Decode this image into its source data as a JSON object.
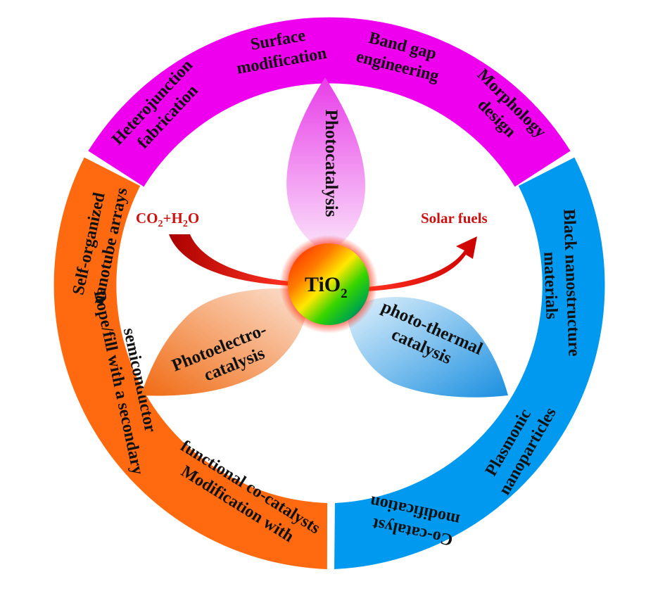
{
  "center": {
    "label_main": "TiO",
    "label_sub": "2"
  },
  "input": {
    "part1": "CO",
    "sub1": "2",
    "part2": "+H",
    "sub2": "2",
    "part3": "O"
  },
  "output": {
    "label": "Solar fuels"
  },
  "petals": {
    "top": "Photocatalysis",
    "left_line1": "Photoelectro-",
    "left_line2": "catalysis",
    "right_line1": "photo-thermal",
    "right_line2": "catalysis"
  },
  "ring_top": {
    "color": "#ee00ee",
    "items": [
      {
        "l1": "Heterojunction",
        "l2": "fabrication"
      },
      {
        "l1": "Surface",
        "l2": "modification"
      },
      {
        "l1": "Band gap",
        "l2": "engineering"
      },
      {
        "l1": "Morphology",
        "l2": "design"
      }
    ]
  },
  "ring_left": {
    "color": "#ff6a10",
    "items": [
      {
        "l1": "Self-organized",
        "l2": "nanotube arrays"
      },
      {
        "l1": "Dope/fill with a secondary",
        "l2": "semiconductor"
      },
      {
        "l1": "Modification with",
        "l2": "functional co-catalysts"
      }
    ]
  },
  "ring_right": {
    "color": "#0099f0",
    "items": [
      {
        "l1": "Black nanostructure",
        "l2": "materials"
      },
      {
        "l1": "Plasmonic",
        "l2": "nanoparticles"
      },
      {
        "l1": "Co-catalyst",
        "l2": "modification"
      }
    ]
  }
}
